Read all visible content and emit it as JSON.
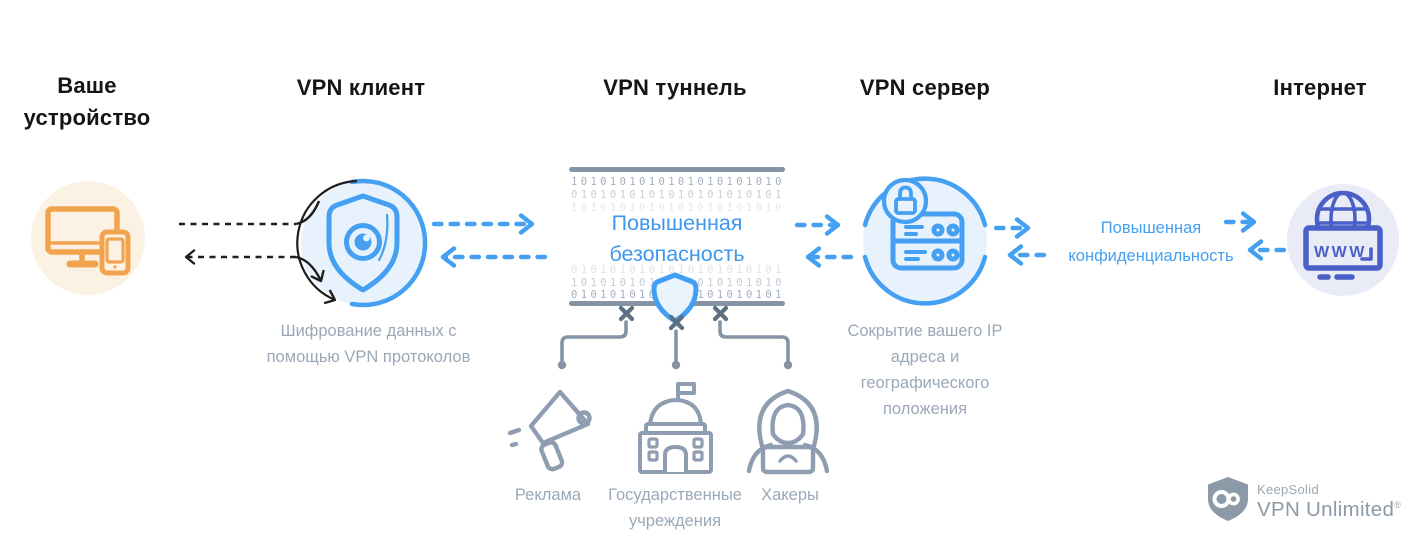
{
  "colors": {
    "accent_blue": "#45A0F2",
    "tunnel_title_blue": "#3D97EE",
    "orange": "#F1A44D",
    "orange_bg": "#FCF2E4",
    "light_blue_bg": "#E8F2FD",
    "indigo": "#4A5FC7",
    "indigo_bg": "#E9EBF7",
    "caption_gray": "#9BA8B8",
    "icon_gray": "#8E9DB0",
    "tunnel_bar_gray": "#8494A5",
    "header_black": "#151515"
  },
  "headers": {
    "device": "Ваше устройство",
    "client": "VPN клиент",
    "tunnel": "VPN туннель",
    "server": "VPN сервер",
    "internet": "Інтернет"
  },
  "captions": {
    "client": "Шифрование данных с помощью VPN протоколов",
    "server": "Сокрытие вашего IP адреса и географического положения",
    "privacy": "Повышенная конфиденциальность"
  },
  "tunnel": {
    "label": "Повышенная безопасность",
    "binary_rows": [
      "1010101010101010101010",
      "0101010101010101010101",
      "1010101010101010101010",
      "0101010101010101010101",
      "1010101010101010101010",
      "0101010101010101010101"
    ]
  },
  "threats": [
    {
      "label": "Реклама",
      "icon": "megaphone-icon"
    },
    {
      "label": "Государственные учреждения",
      "icon": "government-building-icon"
    },
    {
      "label": "Хакеры",
      "icon": "hacker-icon"
    }
  ],
  "icons": {
    "device": "monitor-phone-icon",
    "client": "shield-eye-icon",
    "tunnel_shield": "shield-icon",
    "server": "server-lock-icon",
    "internet": "globe-www-icon",
    "logo": "keepsolid-shield-infinity-icon"
  },
  "internet_icon_text": "WWW",
  "logo": {
    "brand": "KeepSolid",
    "product": "VPN Unlimited",
    "reg": "®"
  }
}
